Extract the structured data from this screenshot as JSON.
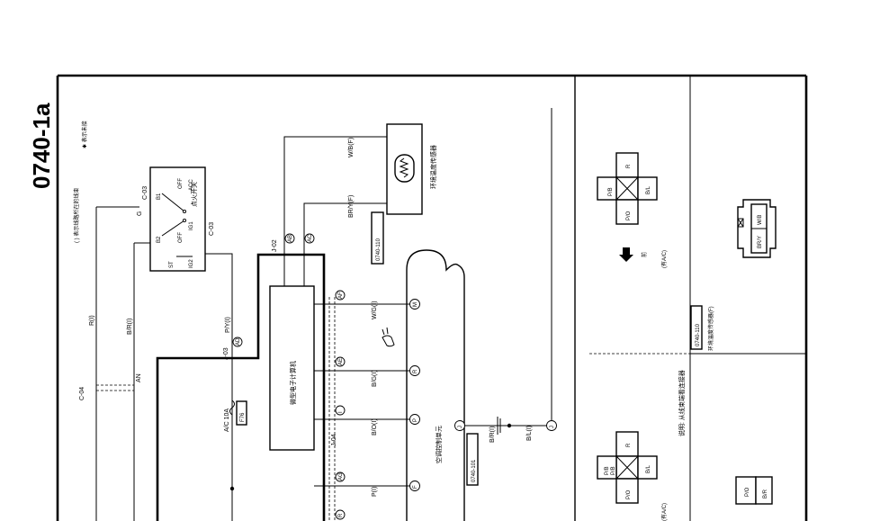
{
  "page": {
    "id": "0740-1a",
    "legend_note1": "( ) 表示线路所在的线束",
    "legend_note2": "✱ 表示未接"
  },
  "components": {
    "ignition_switch": {
      "label": "点火开关",
      "connector_top": "C-03",
      "connector_bottom": "C-03",
      "terminals": [
        "B1",
        "OFF",
        "ACC",
        "B2",
        "OFF",
        "IG1",
        "ST",
        "IG2"
      ],
      "pin": "G"
    },
    "ambient_sensor": {
      "label": "环境温度传感器",
      "code": "0740-110"
    },
    "ecu": {
      "label": "微型电子计算机"
    },
    "ac_unit": {
      "label": "空调控制单元",
      "code": "0740-101",
      "pin": "J"
    },
    "fuse": {
      "label": "A/C 10A",
      "code": "F76"
    }
  },
  "wires": {
    "R_I": "R(I)",
    "BR_I": "B/R(I)",
    "PY_I": "P/Y(I)",
    "WB_F": "W/B(F)",
    "BRY_F": "BR/Y(F)",
    "WG_I": "W/G(I)",
    "BG_I": "B/G(I)",
    "BO_I": "B/O(I)",
    "P_I": "P(I)",
    "BR_I2": "B/R(I)",
    "BL_I": "B/L(I)"
  },
  "connectors": {
    "c04": "C-04",
    "j03": "J-03",
    "j02": "J-02",
    "j04": "J-04",
    "an": "AN"
  },
  "pins": [
    "AD",
    "AB",
    "AC",
    "AF",
    "M",
    "AE",
    "R",
    "I",
    "P",
    "F",
    "G",
    "J",
    "8",
    "AG",
    "R"
  ],
  "right_panel": {
    "connector_a": {
      "pins": [
        "P/B",
        "R",
        "P/O",
        "B/L"
      ],
      "note": "(有A/C)",
      "front": "前"
    },
    "connector_b": {
      "pins": [
        "P/B",
        "P/B",
        "R",
        "P/O",
        "B/L"
      ],
      "note": "(有A/C)"
    },
    "connector_c": {
      "pins": [
        "P/O",
        "B/R"
      ]
    },
    "sensor_connector": {
      "pins": [
        "BR/Y",
        "W/B"
      ]
    },
    "sensor_caption": "环境温度传感器(F)",
    "sensor_code": "0740-110",
    "bottom_note": "说明: 从线束端看连接器"
  }
}
